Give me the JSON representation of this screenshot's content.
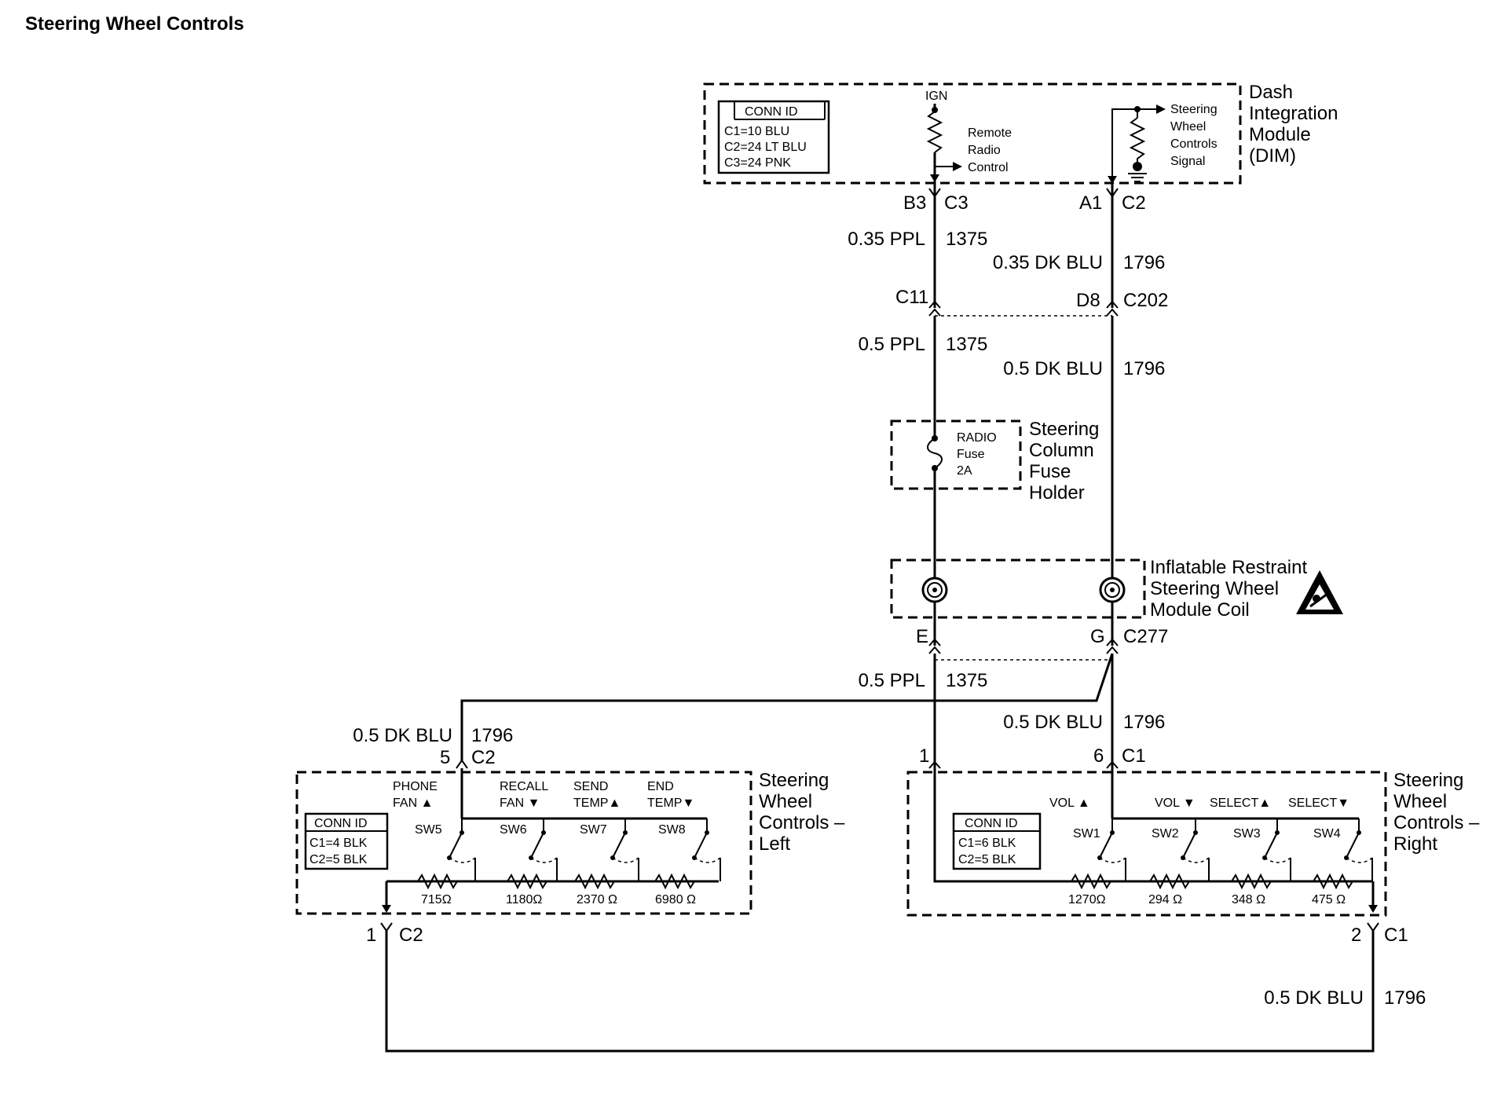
{
  "title": "Steering Wheel Controls",
  "dim": {
    "name_lines": [
      "Dash",
      "Integration",
      "Module",
      "(DIM)"
    ],
    "conn_id": {
      "header": "CONN ID",
      "lines": [
        "C1=10 BLU",
        "C2=24 LT BLU",
        "C3=24 PNK"
      ]
    },
    "ign": "IGN",
    "remote_lines": [
      "Remote",
      "Radio",
      "Control"
    ],
    "signal_lines": [
      "Steering",
      "Wheel",
      "Controls",
      "Signal"
    ]
  },
  "connectors": {
    "b3": "B3",
    "c3": "C3",
    "a1": "A1",
    "c2_top": "C2",
    "c11": "C11",
    "d8": "D8",
    "c202": "C202",
    "e": "E",
    "g": "G",
    "c277": "C277",
    "left_pin": "5",
    "left_conn": "C2",
    "right_pin1": "1",
    "right_pin6": "6",
    "right_conn": "C1",
    "left_bottom_pin": "1",
    "left_bottom_conn": "C2",
    "right_bottom_pin": "2",
    "right_bottom_conn": "C1"
  },
  "wires": {
    "w1_size": "0.35 PPL",
    "w1_circuit": "1375",
    "w2_size": "0.35 DK BLU",
    "w2_circuit": "1796",
    "w3_size": "0.5 PPL",
    "w3_circuit": "1375",
    "w4_size": "0.5 DK BLU",
    "w4_circuit": "1796",
    "w5_size": "0.5 PPL",
    "w5_circuit": "1375",
    "w6_size": "0.5 DK BLU",
    "w6_circuit": "1796",
    "w7_size": "0.5 DK BLU",
    "w7_circuit": "1796",
    "w8_size": "0.5 DK BLU",
    "w8_circuit": "1796"
  },
  "fuse": {
    "labels": [
      "RADIO",
      "Fuse",
      "2A"
    ],
    "holder_lines": [
      "Steering",
      "Column",
      "Fuse",
      "Holder"
    ]
  },
  "coil": {
    "name_lines": [
      "Inflatable Restraint",
      "Steering Wheel",
      "Module Coil"
    ]
  },
  "left_module": {
    "name_lines": [
      "Steering",
      "Wheel",
      "Controls –",
      "Left"
    ],
    "conn_id": {
      "header": "CONN ID",
      "lines": [
        "C1=4 BLK",
        "C2=5 BLK"
      ]
    },
    "switch_labels": [
      [
        "PHONE",
        "FAN ▲"
      ],
      [
        "RECALL",
        "FAN ▼"
      ],
      [
        "SEND",
        "TEMP▲"
      ],
      [
        "END",
        "TEMP▼"
      ]
    ],
    "switches": [
      "SW5",
      "SW6",
      "SW7",
      "SW8"
    ],
    "resistors": [
      "715Ω",
      "1180Ω",
      "2370 Ω",
      "6980 Ω"
    ]
  },
  "right_module": {
    "name_lines": [
      "Steering",
      "Wheel",
      "Controls –",
      "Right"
    ],
    "conn_id": {
      "header": "CONN ID",
      "lines": [
        "C1=6 BLK",
        "C2=5 BLK"
      ]
    },
    "switch_labels": [
      "VOL ▲",
      "VOL ▼",
      "SELECT▲",
      "SELECT▼"
    ],
    "switches": [
      "SW1",
      "SW2",
      "SW3",
      "SW4"
    ],
    "resistors": [
      "1270Ω",
      "294 Ω",
      "348 Ω",
      "475 Ω"
    ]
  }
}
